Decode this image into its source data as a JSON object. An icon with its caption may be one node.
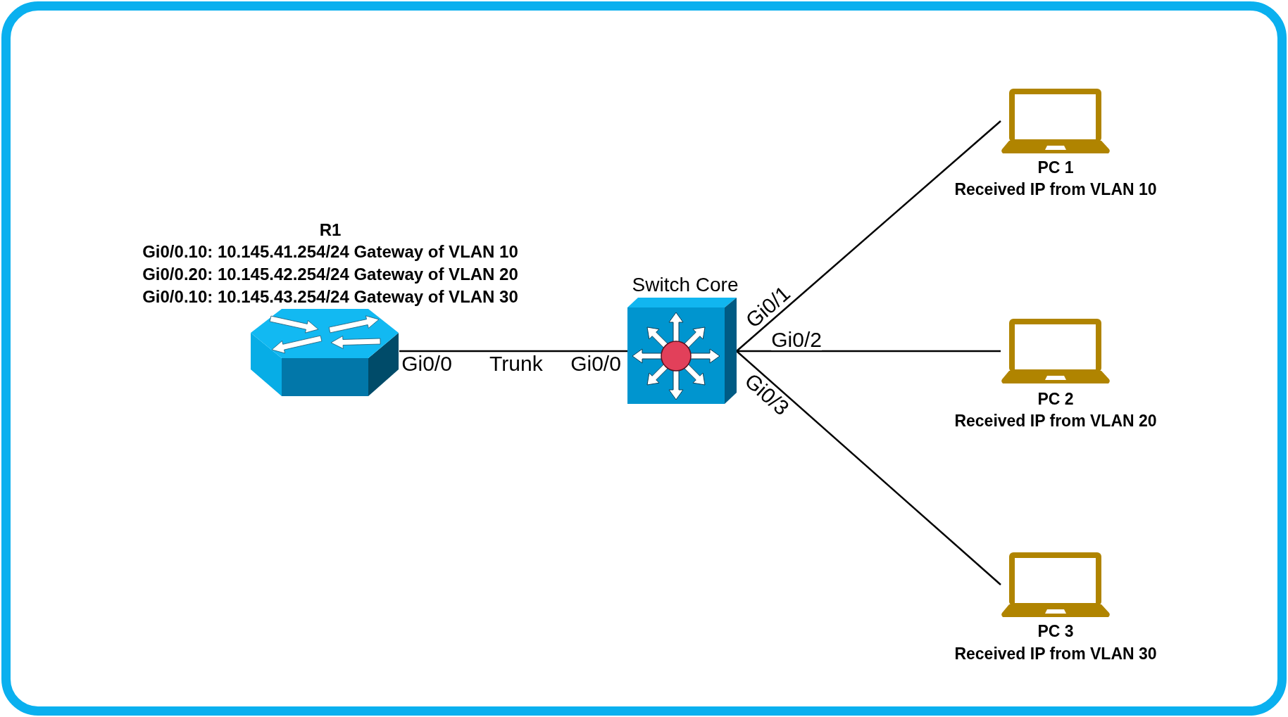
{
  "diagram": {
    "nodes": [
      {
        "text": [
          "R1",
          "Gi0/0.10: 10.145.41.254/24 Gateway of VLAN 10",
          "Gi0/0.20: 10.145.42.254/24 Gateway of VLAN 20",
          "Gi0/0.10: 10.145.43.254/24 Gateway of VLAN 30"
        ]
      },
      {
        "text": [
          "Switch Core"
        ]
      },
      {
        "text": [
          "PC 1",
          "Received IP from VLAN 10"
        ]
      },
      {
        "text": [
          "PC 2",
          "Received IP from VLAN 20"
        ]
      },
      {
        "text": [
          "PC 3",
          "Received IP from VLAN 30"
        ]
      }
    ],
    "edges": [
      {
        "from": 0,
        "to": 1,
        "arrow": "none",
        "label": "Trunk"
      },
      {
        "from": 1,
        "to": 2,
        "arrow": "none",
        "label": "Gi0/1"
      },
      {
        "from": 1,
        "to": 3,
        "arrow": "none",
        "label": "Gi0/2"
      },
      {
        "from": 1,
        "to": 4,
        "arrow": "none",
        "label": "Gi0/3"
      }
    ],
    "labels": [
      "Gi0/0",
      "Gi0/0"
    ]
  }
}
